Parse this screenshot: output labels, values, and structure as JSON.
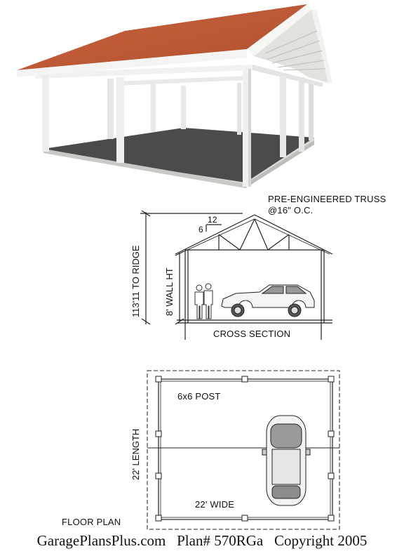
{
  "cross_section": {
    "truss_note_line1": "PRE-ENGINEERED TRUSS",
    "truss_note_line2": "@16\" O.C.",
    "pitch_run": "12",
    "pitch_rise": "6",
    "ridge_height": "113'11 TO RIDGE",
    "wall_height": "8' WALL HT",
    "title": "CROSS SECTION"
  },
  "floor_plan": {
    "post_label": "6x6 POST",
    "length_label": "22' LENGTH",
    "width_label": "22' WIDE",
    "title": "FLOOR PLAN"
  },
  "footer": {
    "site": "GaragePlansPlus.com",
    "plan": "Plan# 570RGa",
    "copyright": "Copyright 2005"
  }
}
